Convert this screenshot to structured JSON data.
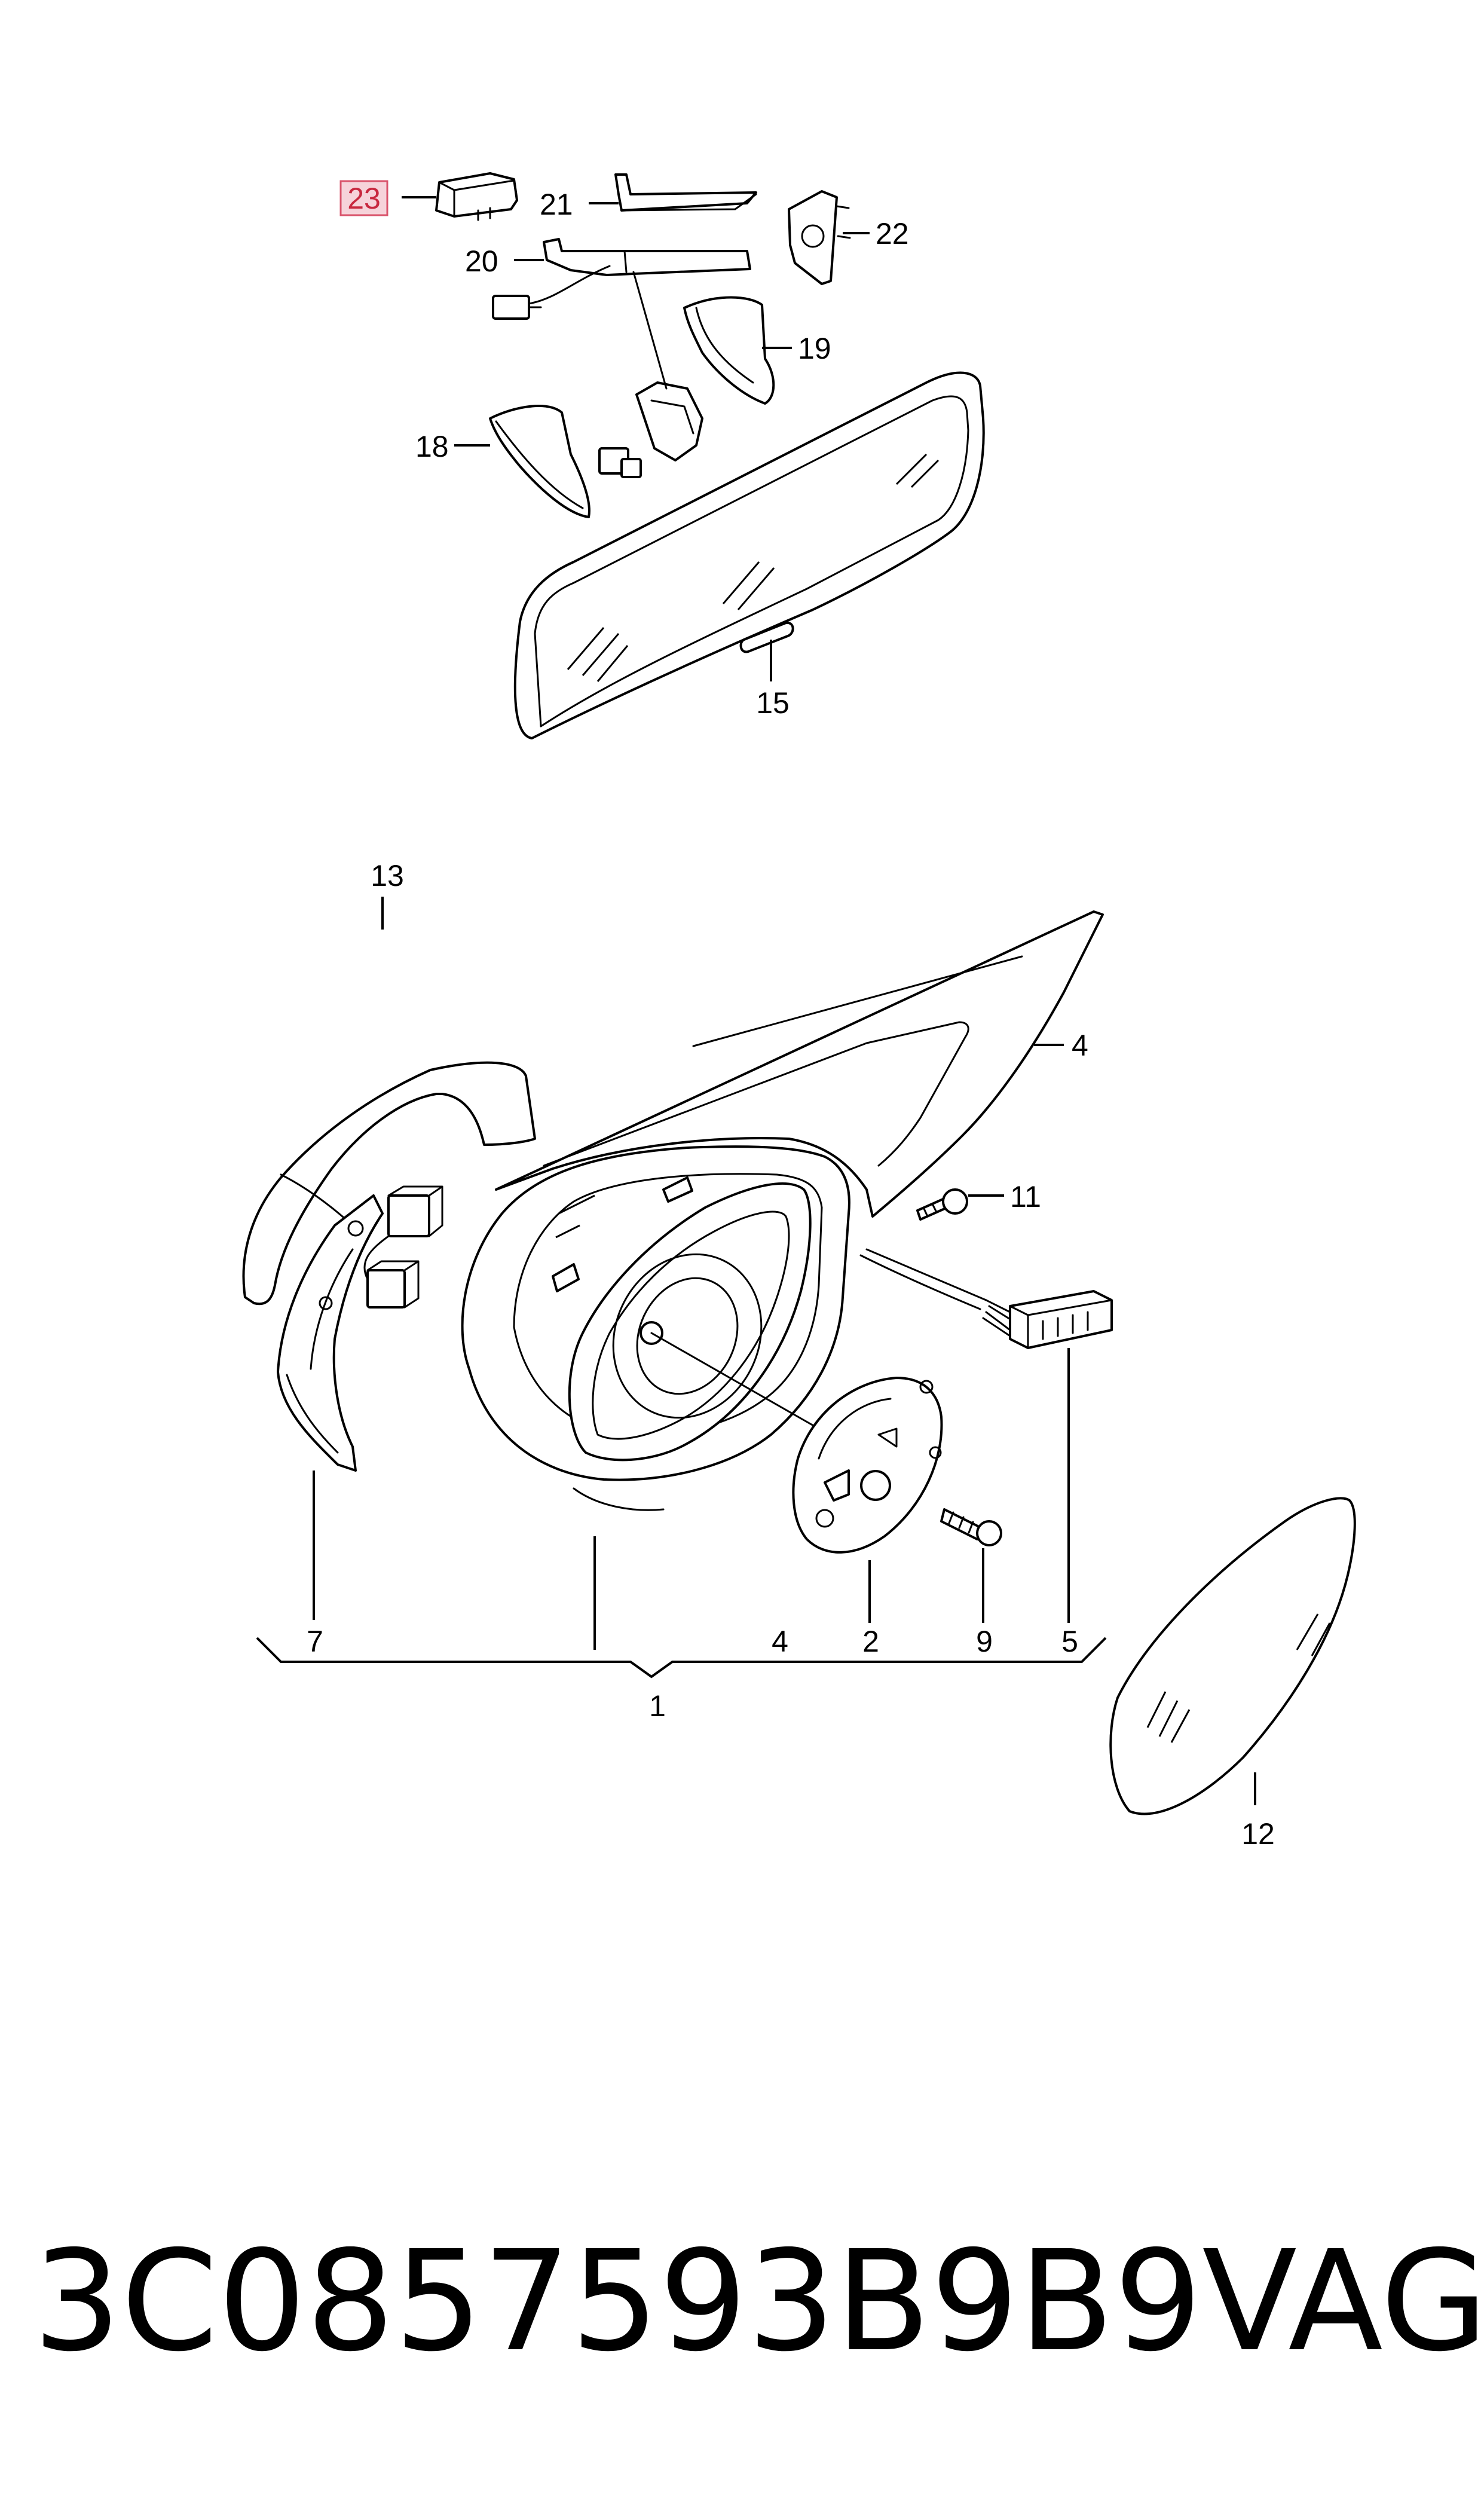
{
  "callouts": {
    "p1": "1",
    "p2": "2",
    "p4a": "4",
    "p4b": "4",
    "p5": "5",
    "p7": "7",
    "p9": "9",
    "p11": "11",
    "p12": "12",
    "p13": "13",
    "p15": "15",
    "p18": "18",
    "p19": "19",
    "p20": "20",
    "p21": "21",
    "p22": "22",
    "p23": "23"
  },
  "highlighted_callout": "23",
  "highlight_color": "#f6d3da",
  "footer": {
    "part_number": "3C0857593B9B9",
    "brand": "VAG"
  }
}
